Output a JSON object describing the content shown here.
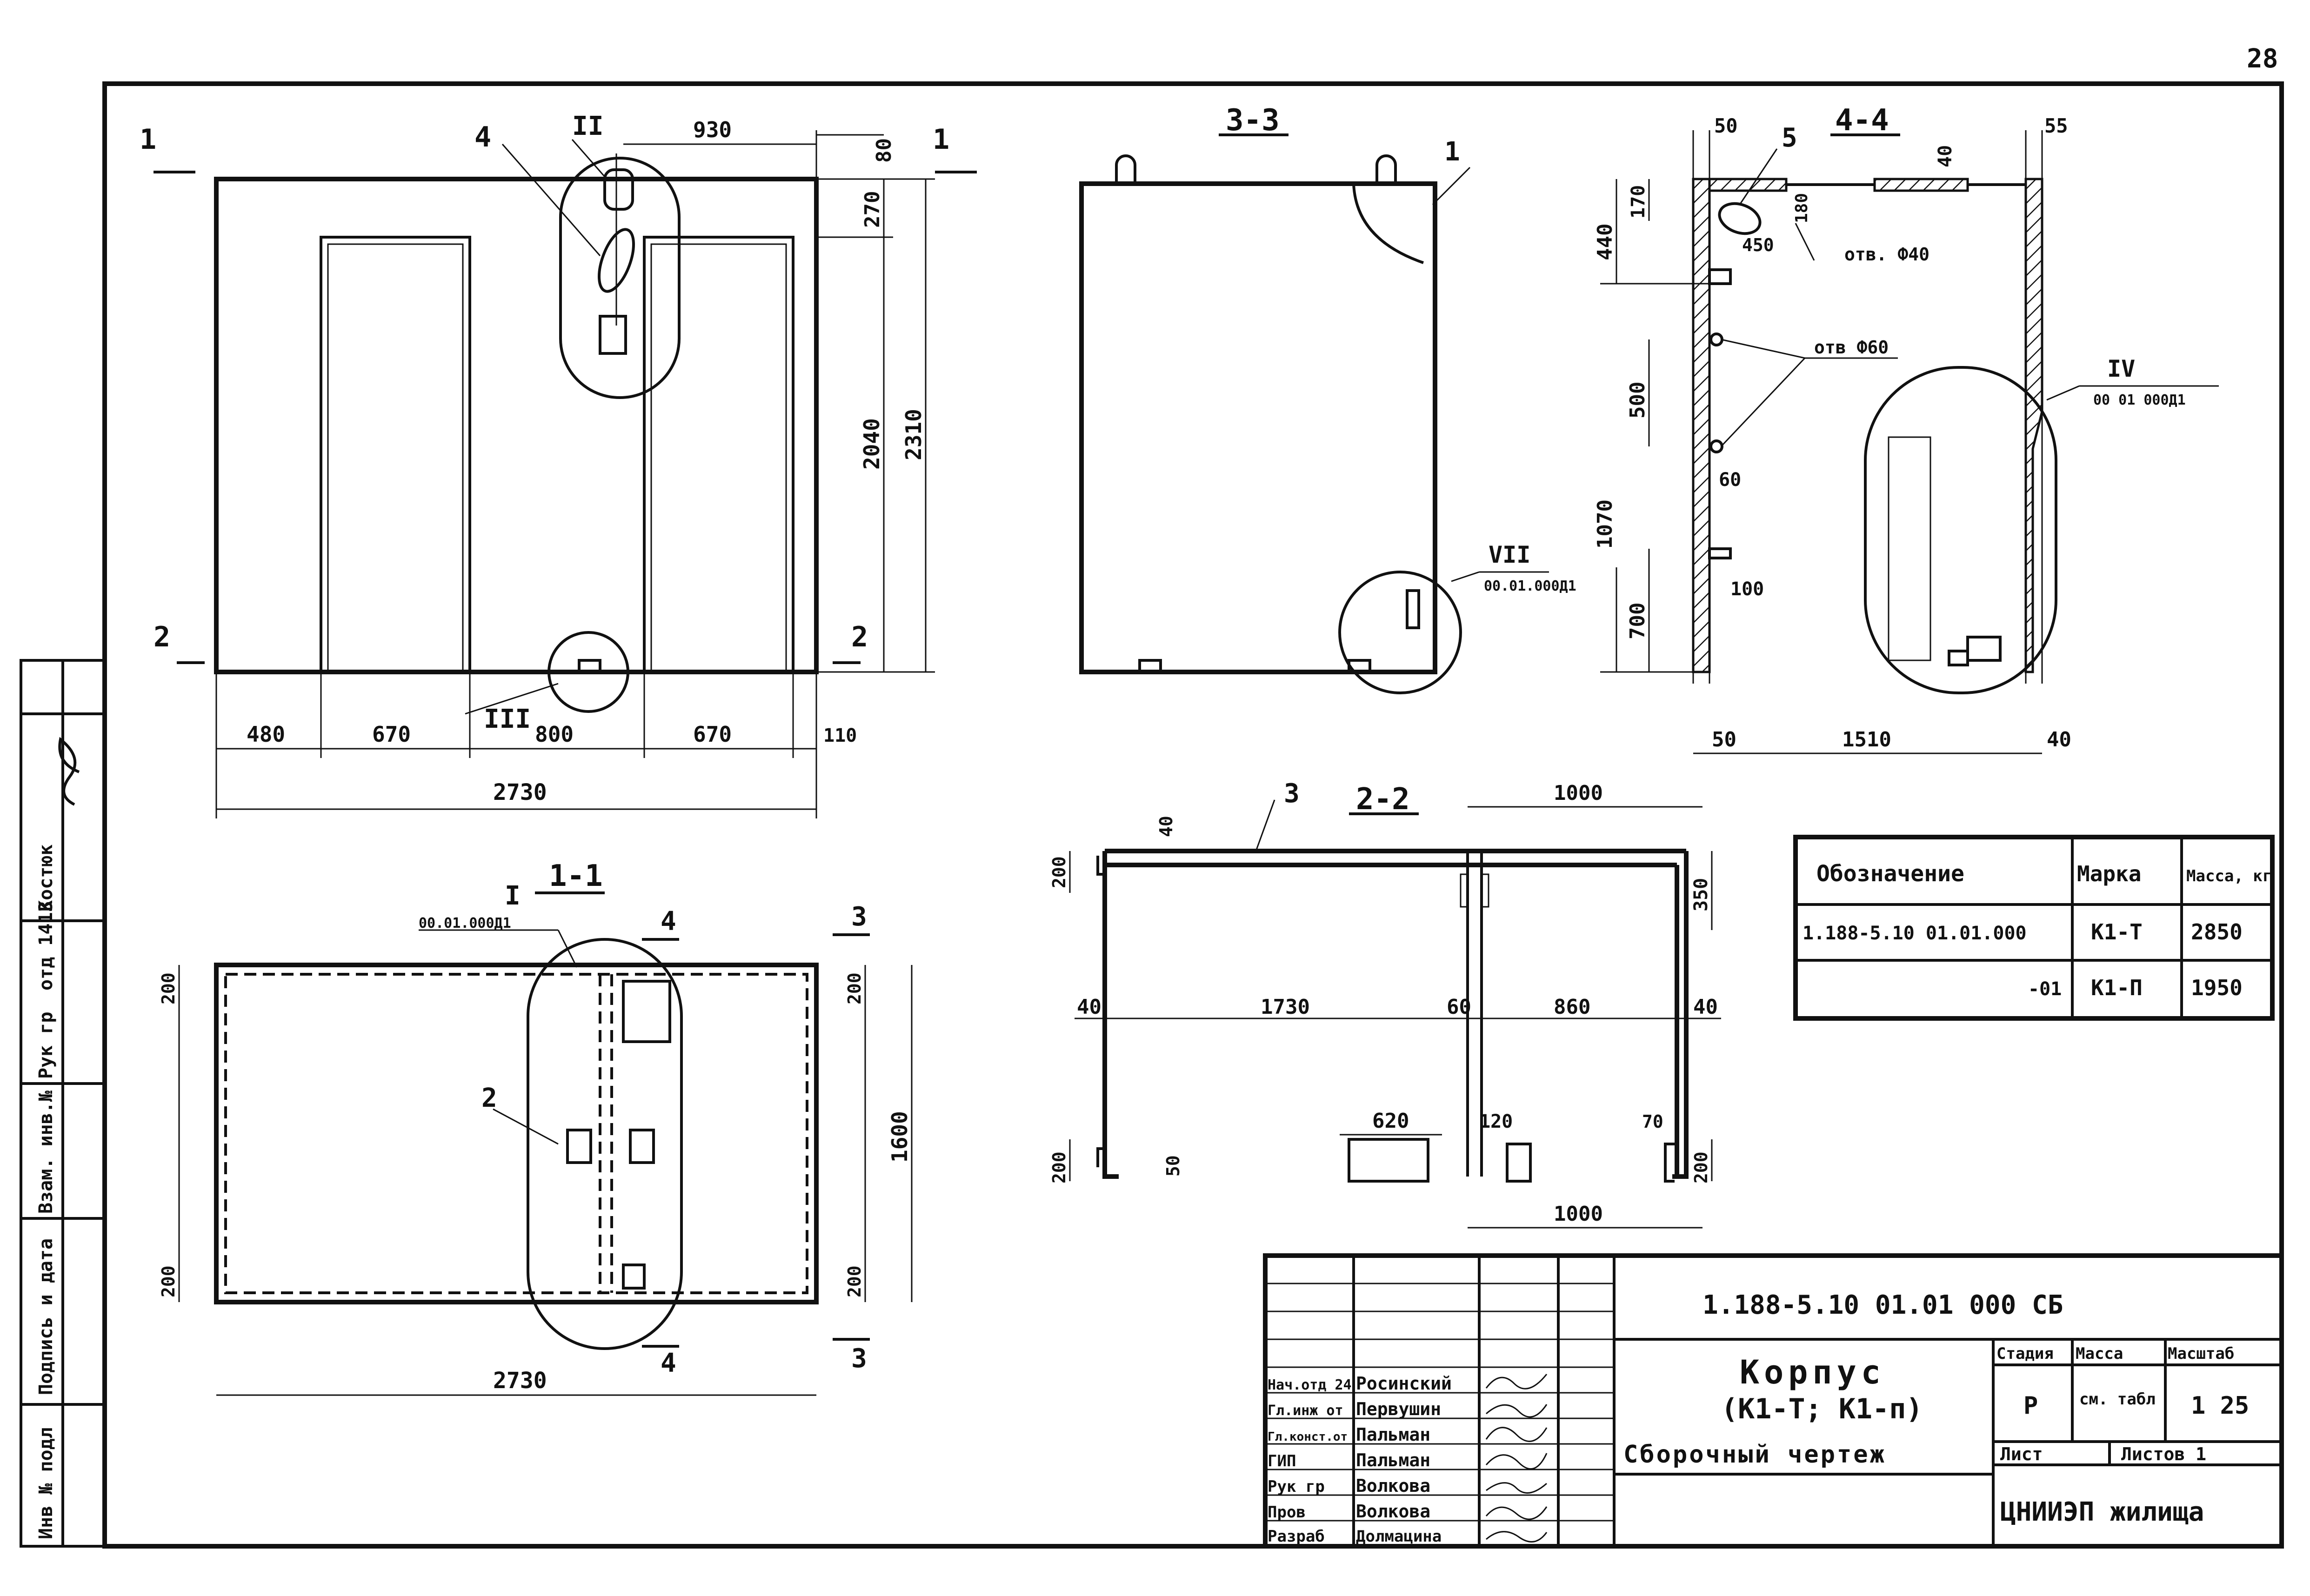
{
  "page_number": "28",
  "views": {
    "front": {
      "section_marks": [
        "1",
        "1",
        "2",
        "2"
      ],
      "callouts": [
        "4",
        "II",
        "III"
      ],
      "dims_top": [
        "930",
        "80"
      ],
      "dims_right": [
        "270",
        "2040",
        "2310"
      ],
      "dims_bottom": [
        "480",
        "670",
        "800",
        "670",
        "110"
      ],
      "total": "2730"
    },
    "section_33": {
      "title": "3-3",
      "callout": "1",
      "detail_ref": "VII",
      "detail_doc": "00.01.000Д1"
    },
    "section_44": {
      "title": "4-4",
      "dims_top": [
        "50",
        "40",
        "55"
      ],
      "callout": "5",
      "dims_left": [
        "440",
        "170",
        "500",
        "1070",
        "700"
      ],
      "labels": [
        "450",
        "180",
        "отв. Ф40",
        "отв Ф60",
        "60",
        "100"
      ],
      "dims_bottom": [
        "50",
        "1510",
        "40"
      ],
      "detail_ref": "IV",
      "detail_doc": "00 01 000Д1"
    },
    "section_22": {
      "title": "2-2",
      "callout": "3",
      "dims": [
        "1000",
        "40",
        "200",
        "350",
        "40",
        "1730",
        "60",
        "860",
        "40",
        "620",
        "120",
        "70",
        "200",
        "50",
        "200",
        "1000"
      ]
    },
    "section_11": {
      "title": "1-1",
      "detail_ref": "I",
      "detail_doc": "00.01.000Д1",
      "callouts": [
        "4",
        "3",
        "2",
        "4",
        "3"
      ],
      "dims_left": [
        "200",
        "200"
      ],
      "dims_right": [
        "200",
        "1600",
        "200"
      ],
      "total": "2730"
    }
  },
  "spec_table": {
    "headers": [
      "Обозначение",
      "Марка",
      "Масса, кг"
    ],
    "rows": [
      [
        "1.188-5.10   01.01.000",
        "К1-Т",
        "2850"
      ],
      [
        "-01",
        "К1-П",
        "1950"
      ]
    ]
  },
  "side_strip": [
    "Инв № подл",
    "Подпись и дата",
    "Взам. инв.№",
    "Рук гр",
    "отд 1413",
    "Костюк"
  ],
  "title_block": {
    "doc_code": "1.188-5.10     01.01 000 СБ",
    "title_line1": "Корпус",
    "title_line2": "(К1-Т; К1-п)",
    "title_line3": "Сборочный чертеж",
    "stage_header": "Стадия",
    "mass_header": "Масса",
    "scale_header": "Масштаб",
    "stage": "Р",
    "mass": "см. табл",
    "scale": "1 25",
    "sheet_label": "Лист",
    "sheets_label": "Листов 1",
    "org": "ЦНИИЭП жилища",
    "staff": [
      {
        "role": "Нач.отд 24",
        "name": "Росинский"
      },
      {
        "role": "Гл.инж от",
        "name": "Первушин"
      },
      {
        "role": "Гл.конст.от",
        "name": "Пальман"
      },
      {
        "role": "ГИП",
        "name": "Пальман"
      },
      {
        "role": "Рук гр",
        "name": "Волкова"
      },
      {
        "role": "Пров",
        "name": "Волкова"
      },
      {
        "role": "Разраб",
        "name": "Долмацина"
      }
    ]
  }
}
